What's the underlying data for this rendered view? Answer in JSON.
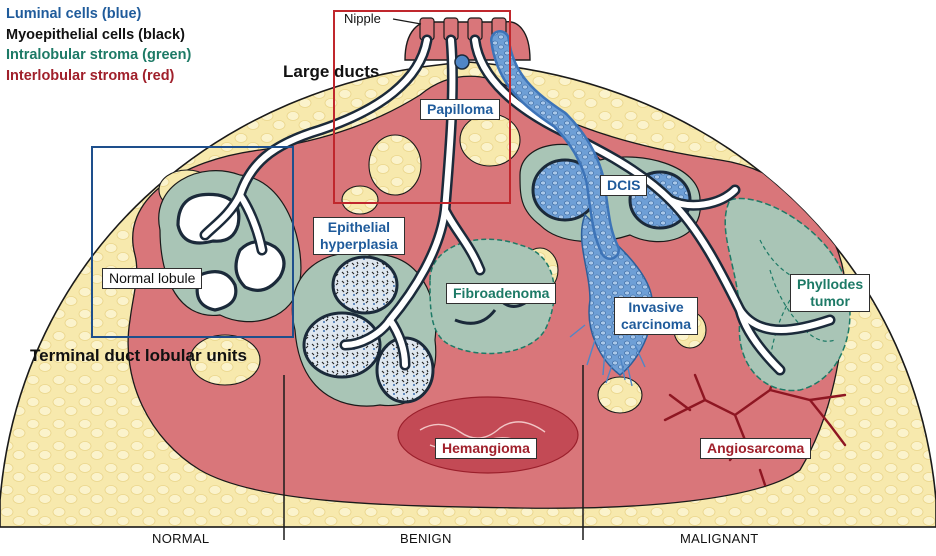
{
  "legend": [
    {
      "text": "Luminal cells (blue)",
      "color": "#1f5b9b"
    },
    {
      "text": "Myoepithelial cells (black)",
      "color": "#111111"
    },
    {
      "text": "Intralobular stroma (green)",
      "color": "#1d7a66"
    },
    {
      "text": "Interlobular stroma (red)",
      "color": "#a0202b"
    }
  ],
  "headings": {
    "large_ducts": "Large ducts",
    "terminal_units": "Terminal duct lobular units",
    "nipple": "Nipple"
  },
  "labels": {
    "papilloma": "Papilloma",
    "normal_lobule": "Normal lobule",
    "epithelial_hyperplasia_1": "Epithelial",
    "epithelial_hyperplasia_2": "hyperplasia",
    "fibroadenoma": "Fibroadenoma",
    "dcis": "DCIS",
    "invasive_carcinoma_1": "Invasive",
    "invasive_carcinoma_2": "carcinoma",
    "phyllodes_tumor_1": "Phyllodes",
    "phyllodes_tumor_2": "tumor",
    "hemangioma": "Hemangioma",
    "angiosarcoma": "Angiosarcoma"
  },
  "sections": {
    "normal": "NORMAL",
    "benign": "BENIGN",
    "malignant": "MALIGNANT"
  },
  "colors": {
    "fat": "#f7e9ad",
    "interlobular_stroma": "#d9767a",
    "intralobular_stroma": "#a9c5b6",
    "duct_lumen": "#ffffff",
    "duct_wall": "#1b2a3a",
    "luminal_blue": "#4f86c6",
    "red_box": "#c0272d",
    "blue_box": "#1e4f8c"
  }
}
